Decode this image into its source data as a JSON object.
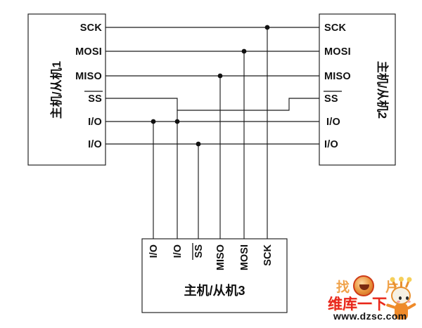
{
  "diagram": {
    "title_hidden": "SPI multi-master/slave interconnection diagram",
    "blocks": [
      {
        "id": "block1",
        "label": "主机/从机1",
        "orientation": "vertical-label",
        "pins": [
          "SCK",
          "MOSI",
          "MISO",
          "SS",
          "I/O",
          "I/O"
        ],
        "overlined_pins": [
          "SS"
        ]
      },
      {
        "id": "block2",
        "label": "主机/从机2",
        "orientation": "vertical-label",
        "pins": [
          "SCK",
          "MOSI",
          "MISO",
          "SS",
          "I/O",
          "I/O"
        ],
        "overlined_pins": [
          "SS"
        ]
      },
      {
        "id": "block3",
        "label": "主机/从机3",
        "orientation": "horizontal-label",
        "pins": [
          "I/O",
          "I/O",
          "SS",
          "MISO",
          "MOSI",
          "SCK"
        ],
        "overlined_pins": [
          "SS"
        ]
      }
    ],
    "nets": [
      {
        "name": "SCK",
        "junctions": 1
      },
      {
        "name": "MOSI",
        "junctions": 1
      },
      {
        "name": "MISO",
        "junctions": 1
      },
      {
        "name": "SS",
        "junctions": 0
      },
      {
        "name": "I/O-upper",
        "junctions": 2
      },
      {
        "name": "I/O-lower",
        "junctions": 1
      }
    ],
    "colors": {
      "line": "#1b1b1b",
      "background": "#ffffff",
      "junction": "#111111"
    }
  },
  "watermark": {
    "top_text": "找　片",
    "brand_text": "维库一下",
    "url_text": "www.dzsc.com",
    "colors": {
      "brand": "#e8261c",
      "accent": "#f0a24a",
      "url": "#141414"
    }
  }
}
